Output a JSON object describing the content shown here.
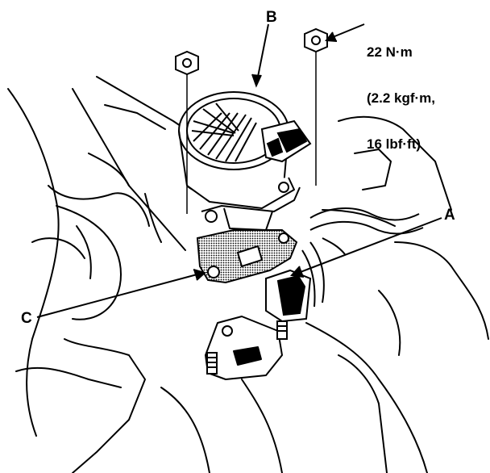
{
  "callouts": {
    "a": "A",
    "b": "B",
    "c": "C"
  },
  "torque_spec": {
    "line1": "22 N·m",
    "line2": "(2.2 kgf·m,",
    "line3": "16 lbf·ft)"
  }
}
